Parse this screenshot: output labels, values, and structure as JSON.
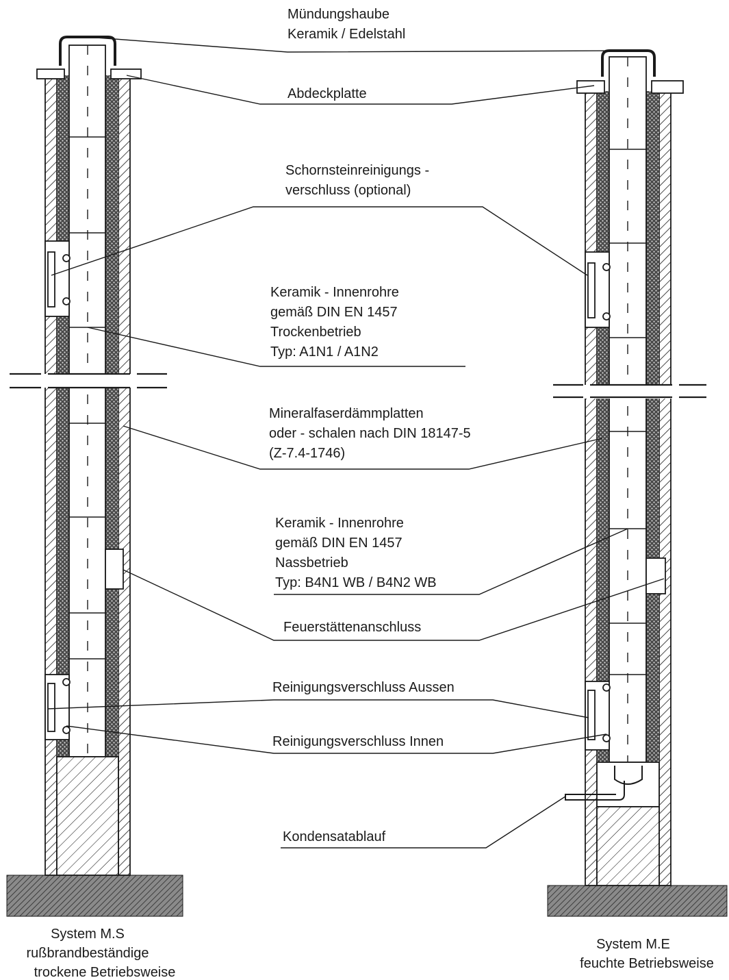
{
  "labels": {
    "muendungshaube_1": "Mündungshaube",
    "muendungshaube_2": "Keramik / Edelstahl",
    "abdeckplatte": "Abdeckplatte",
    "reinigung_1": "Schornsteinreinigungs -",
    "reinigung_2": "verschluss (optional)",
    "trocken_1": "Keramik - Innenrohre",
    "trocken_2": "gemäß DIN EN 1457",
    "trocken_3": "Trockenbetrieb",
    "trocken_4": "Typ: A1N1 / A1N2",
    "mineral_1": "Mineralfaserdämmplatten",
    "mineral_2": "oder - schalen nach DIN 18147-5",
    "mineral_3": "(Z-7.4-1746)",
    "nass_1": "Keramik - Innenrohre",
    "nass_2": "gemäß DIN EN 1457",
    "nass_3": "Nassbetrieb",
    "nass_4": "Typ: B4N1 WB / B4N2 WB",
    "feuerstaette": "Feuerstättenanschluss",
    "aussen": "Reinigungsverschluss Aussen",
    "innen": "Reinigungsverschluss Innen",
    "kondensat": "Kondensatablauf"
  },
  "captions": {
    "left_1": "System M.S",
    "left_2": "rußbrandbeständige",
    "left_3": "trockene Betriebsweise",
    "right_1": "System M.E",
    "right_2": "feuchte Betriebsweise"
  },
  "colors": {
    "line": "#1a1a1a",
    "background": "#ffffff",
    "insulation": "#3a3a3a"
  }
}
